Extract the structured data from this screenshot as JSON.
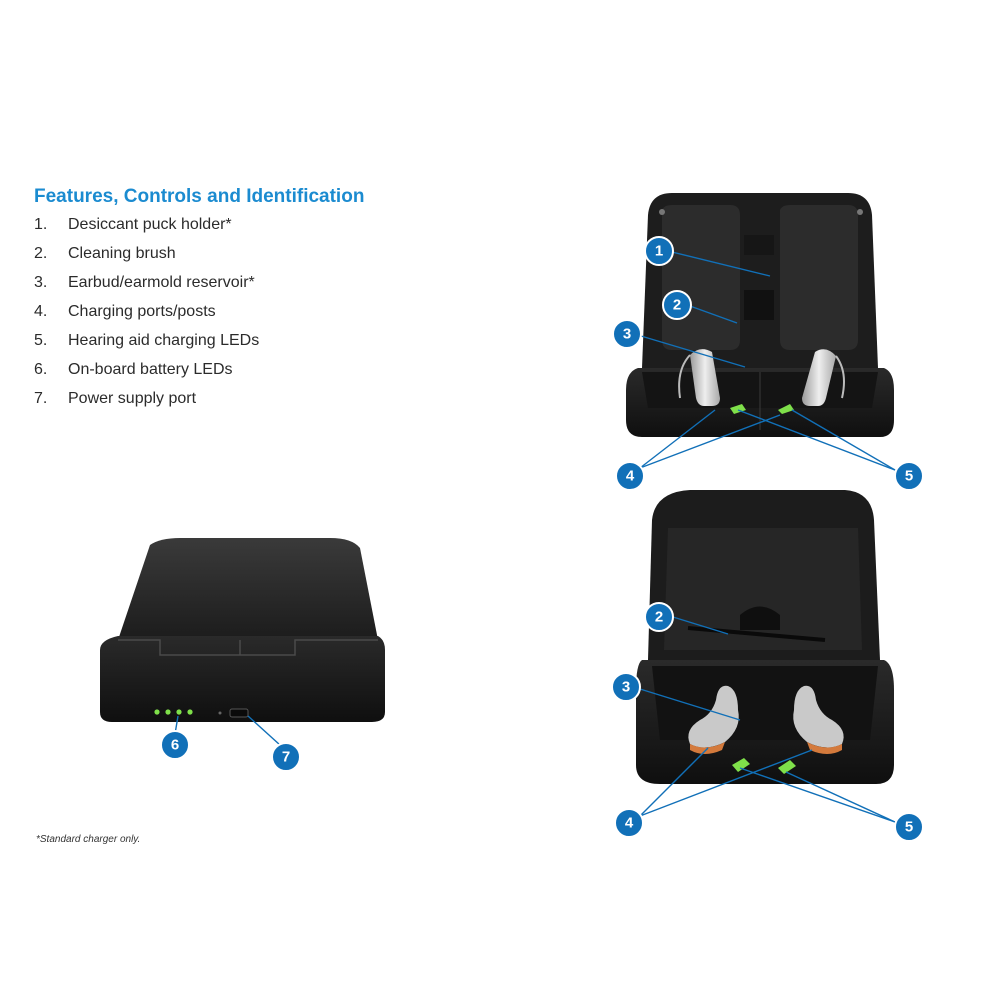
{
  "title": "Features, Controls and Identification",
  "features": [
    {
      "num": "1.",
      "label": "Desiccant puck holder*"
    },
    {
      "num": "2.",
      "label": "Cleaning brush"
    },
    {
      "num": "3.",
      "label": "Earbud/earmold reservoir*"
    },
    {
      "num": "4.",
      "label": "Charging ports/posts"
    },
    {
      "num": "5.",
      "label": "Hearing aid charging LEDs"
    },
    {
      "num": "6.",
      "label": "On-board battery LEDs"
    },
    {
      "num": "7.",
      "label": "Power supply port"
    }
  ],
  "callouts": {
    "c1": "1",
    "c2": "2",
    "c3": "3",
    "c4": "4",
    "c5": "5",
    "c6": "6",
    "c7": "7"
  },
  "footnote": "*Standard charger only.",
  "colors": {
    "accent": "#1b8bd0",
    "callout": "#1170b8",
    "led_green": "#7fe04a",
    "case": "#222222"
  }
}
